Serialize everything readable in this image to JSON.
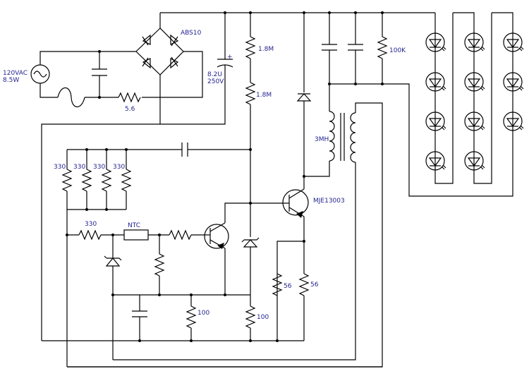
{
  "source": {
    "line1": "120VAC",
    "line2": "8.5W"
  },
  "bridge": {
    "label": "ABS10"
  },
  "cap_main": {
    "line1": "8.2U",
    "line2": "250V",
    "plus": "+"
  },
  "r_series": "5.6",
  "r_top1": "1.8M",
  "r_top2": "1.8M",
  "r_bleed": "100K",
  "inductor": "3MH",
  "transistor": "MJE13003",
  "r_bank": [
    "330",
    "330",
    "330",
    "330"
  ],
  "r_330b": "330",
  "ntc": "NTC",
  "r_emit1": "56",
  "r_emit2": "56",
  "r_100a": "100",
  "r_100b": "100",
  "led_columns": 3,
  "led_rows": 4
}
